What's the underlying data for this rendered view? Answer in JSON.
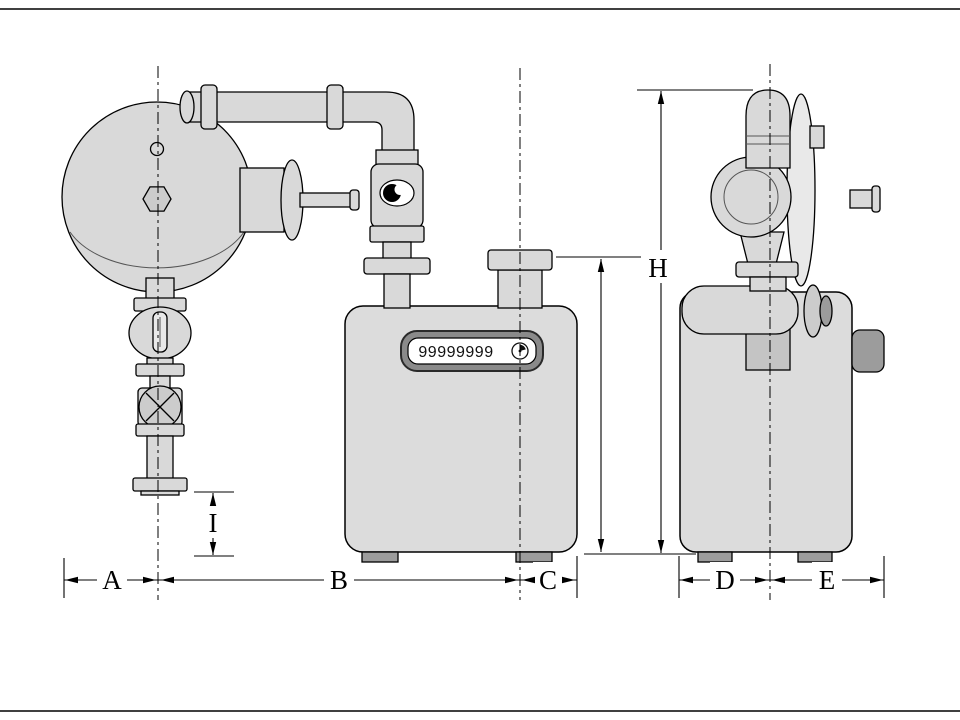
{
  "meter": {
    "register_value": "99999999"
  },
  "dimensions": {
    "a": "A",
    "b": "B",
    "c": "C",
    "d": "D",
    "e": "E",
    "h": "H",
    "i": "I"
  },
  "icons": {
    "register_dial": "gauge-dial-icon"
  },
  "colors": {
    "part_fill": "#d9d9d9",
    "meter_fill": "#dcdcdc",
    "dark_fill": "#9c9c9c",
    "register_bezel": "#8a8a8a",
    "outline": "#000000",
    "background": "#ffffff"
  }
}
